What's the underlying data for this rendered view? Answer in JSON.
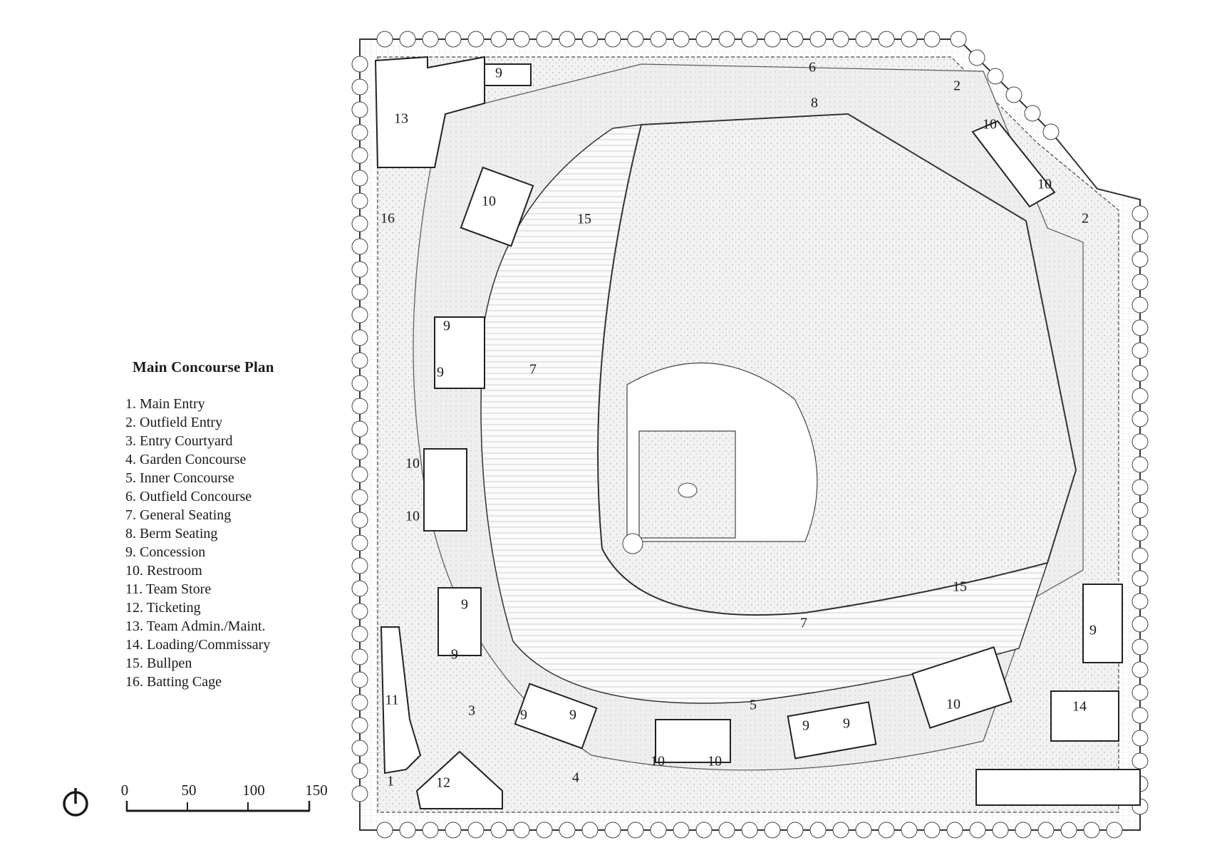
{
  "legend": {
    "title": "Main Concourse Plan",
    "items": [
      "1. Main Entry",
      "2. Outfield Entry",
      "3. Entry Courtyard",
      "4. Garden Concourse",
      "5. Inner Concourse",
      "6. Outfield Concourse",
      "7. General Seating",
      "8. Berm Seating",
      "9. Concession",
      "10. Restroom",
      "11. Team Store",
      "12. Ticketing",
      "13. Team Admin./Maint.",
      "14. Loading/Commissary",
      "15. Bullpen",
      "16. Batting Cage"
    ]
  },
  "scale_bar": {
    "ticks": [
      "0",
      "50",
      "100",
      "150"
    ]
  },
  "north_icon": "north-arrow-icon",
  "plan_labels": [
    "1",
    "2",
    "2",
    "3",
    "4",
    "5",
    "6",
    "7",
    "7",
    "8",
    "9",
    "9",
    "9",
    "9",
    "9",
    "9",
    "9",
    "9",
    "9",
    "9",
    "10",
    "10",
    "10",
    "10",
    "10",
    "10",
    "10",
    "10",
    "11",
    "12",
    "13",
    "14",
    "15",
    "15",
    "16"
  ]
}
